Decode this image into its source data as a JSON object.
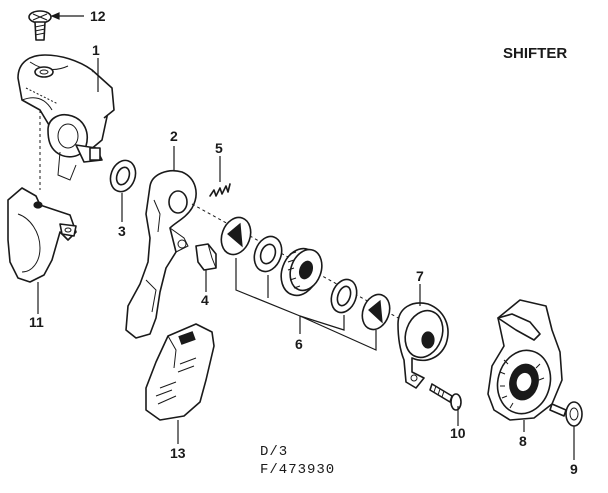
{
  "diagram": {
    "title": "SHIFTER",
    "code_line_1": "D/3",
    "code_line_2": "F/473930",
    "parts": [
      {
        "number": "12"
      },
      {
        "number": "1"
      },
      {
        "number": "2"
      },
      {
        "number": "3"
      },
      {
        "number": "5"
      },
      {
        "number": "4"
      },
      {
        "number": "11"
      },
      {
        "number": "6"
      },
      {
        "number": "7"
      },
      {
        "number": "8"
      },
      {
        "number": "9"
      },
      {
        "number": "10"
      },
      {
        "number": "13"
      }
    ]
  }
}
